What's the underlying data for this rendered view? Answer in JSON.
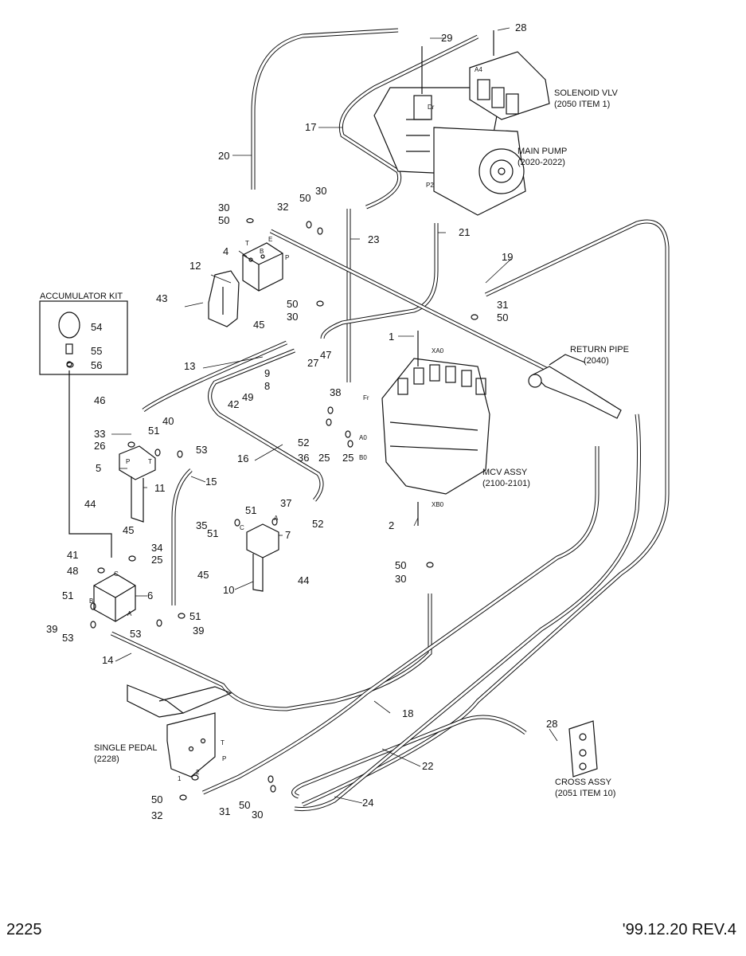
{
  "page": {
    "number": "2225",
    "revision": "'99.12.20 REV.4"
  },
  "assembly_labels": {
    "solenoid_vlv": "SOLENOID VLV",
    "solenoid_vlv_ref": "(2050 ITEM 1)",
    "main_pump": "MAIN PUMP",
    "main_pump_ref": "(2020-2022)",
    "accumulator_kit": "ACCUMULATOR KIT",
    "return_pipe": "RETURN PIPE",
    "return_pipe_ref": "(2040)",
    "mcv_assy": "MCV ASSY",
    "mcv_assy_ref": "(2100-2101)",
    "single_pedal": "SINGLE PEDAL",
    "single_pedal_ref": "(2228)",
    "cross_assy": "CROSS ASSY",
    "cross_assy_ref": "(2051 ITEM 10)"
  },
  "port_labels": {
    "a4": "A4",
    "dr": "Dr",
    "p2": "P2",
    "t": "T",
    "e": "E",
    "b": "B",
    "p": "P",
    "xa0": "XA0",
    "fr": "Fr",
    "a0": "A0",
    "b0": "B0",
    "xb0": "XB0",
    "port_p_block5": "P",
    "port_t_block5": "T",
    "port_c_block6": "C",
    "port_b_block6": "B",
    "port_a_block6": "A",
    "port_c_block7": "C",
    "port_a_block7": "A",
    "pedal_t": "T",
    "pedal_p": "P",
    "pedal_1": "1",
    "pedal_2": "2"
  },
  "part_callouts": [
    "1",
    "2",
    "4",
    "5",
    "6",
    "7",
    "8",
    "9",
    "10",
    "11",
    "12",
    "13",
    "14",
    "15",
    "16",
    "17",
    "18",
    "19",
    "20",
    "21",
    "22",
    "23",
    "24",
    "25",
    "25",
    "25",
    "26",
    "27",
    "28",
    "28",
    "29",
    "30",
    "30",
    "30",
    "30",
    "30",
    "31",
    "31",
    "32",
    "32",
    "33",
    "34",
    "35",
    "36",
    "37",
    "38",
    "39",
    "39",
    "40",
    "41",
    "42",
    "43",
    "44",
    "44",
    "45",
    "45",
    "45",
    "46",
    "47",
    "48",
    "49",
    "50",
    "50",
    "50",
    "50",
    "50",
    "50",
    "50",
    "51",
    "51",
    "51",
    "51",
    "51",
    "52",
    "52",
    "53",
    "53",
    "53",
    "54",
    "55",
    "56"
  ]
}
